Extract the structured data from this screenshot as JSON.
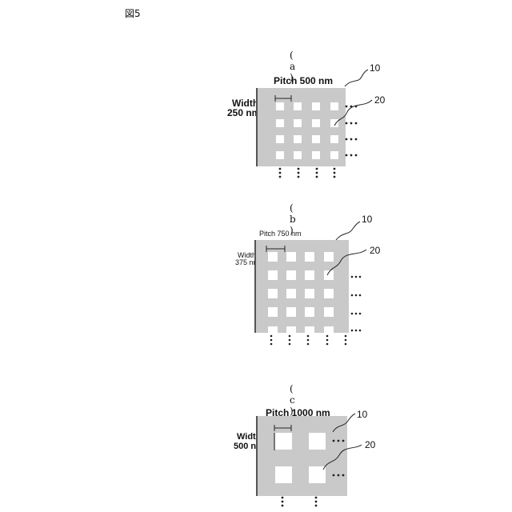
{
  "figure_label": "図5",
  "panels": [
    {
      "label": "( a )",
      "pitch": "Pitch 500 nm",
      "width_line1": "Width",
      "width_line2": "250 nm",
      "ref_plate": "10",
      "ref_hole": "20"
    },
    {
      "label": "( b )",
      "pitch": "Pitch 750 nm",
      "width_line1": "Width",
      "width_line2": "375 nm",
      "ref_plate": "10",
      "ref_hole": "20"
    },
    {
      "label": "( c )",
      "pitch": "Pitch 1000 nm",
      "width_line1": "Width",
      "width_line2": "500 nm",
      "ref_plate": "10",
      "ref_hole": "20"
    }
  ],
  "colors": {
    "plate": "#c9c9c9",
    "hole": "#ffffff",
    "ink": "#111111"
  }
}
